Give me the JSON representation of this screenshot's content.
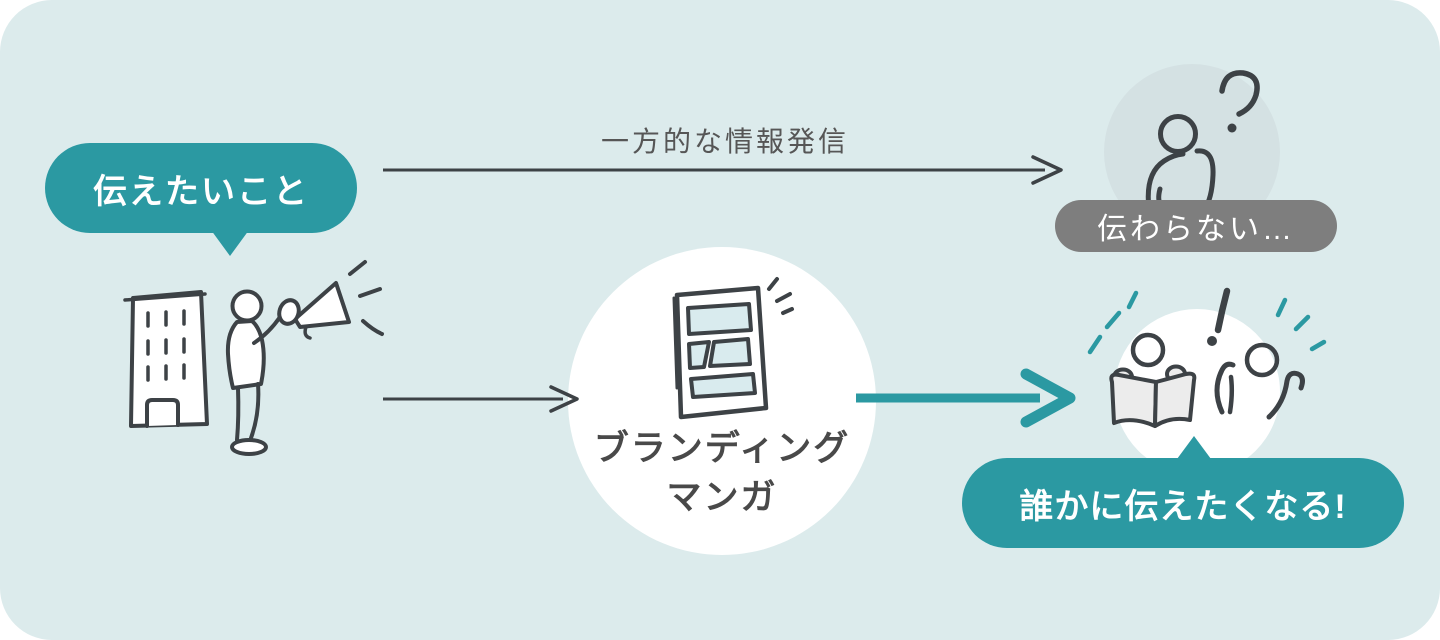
{
  "colors": {
    "card_background": "#dcebec",
    "accent_teal": "#2b99a2",
    "bubble_gray": "#7e7e7e",
    "line_ink": "#3d4246",
    "muted_circle": "#d4e1e3",
    "manga_panel_blue": "#d9ebee",
    "book_gray": "#ececec",
    "arrow_label_gray": "#565656",
    "node_text": "#494949"
  },
  "diagram": {
    "source_bubble": "伝えたいこと",
    "top_path": {
      "arrow_label": "一方的な情報発信",
      "result_bubble": "伝わらない…"
    },
    "bottom_path": {
      "node_line1": "ブランディング",
      "node_line2": "マンガ",
      "result_bubble": "誰かに伝えたくなる!"
    },
    "icons": {
      "source": "building-megaphone-person-icon",
      "top_result": "thinking-person-question-icon",
      "bottom_node": "manga-page-icon",
      "bottom_result": "people-reading-excited-icon"
    }
  }
}
